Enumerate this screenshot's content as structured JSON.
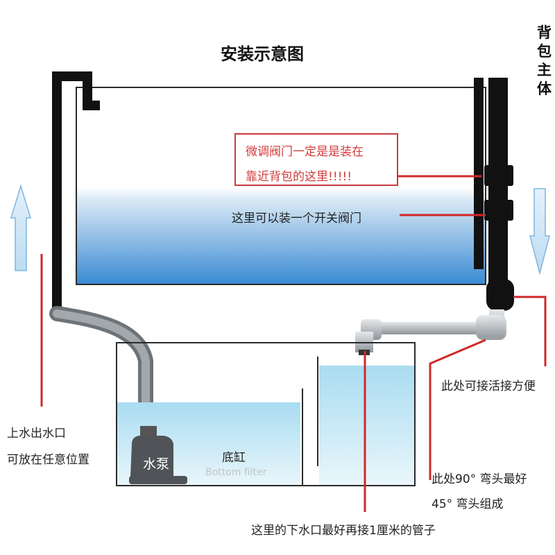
{
  "diagram": {
    "title": "安装示意图",
    "backpack_label": "背包主体",
    "valve_warning_line1": "微调阀门一定是是装在",
    "valve_warning_line2": "靠近背包的这里!!!!!",
    "switch_valve_note": "这里可以装一个开关阀门",
    "inlet_note_line1": "上水出水口",
    "inlet_note_line2": "可放在任意位置",
    "pump_label": "水泵",
    "sump_label": "底缸",
    "sump_label_en": "Bottom filter",
    "union_note": "此处可接活接方便",
    "elbow_note_line1": "此处90°  弯头最好",
    "elbow_note_line2": "45°  弯头组成",
    "drain_note": "这里的下水口最好再接1厘米的管子"
  },
  "colors": {
    "water_light": "#d8ecf8",
    "water_deep": "#3e8fd6",
    "sump_water": "#bfe6f4",
    "pipe_grey": "#8a8f94",
    "pvc_pipe": "#c9cdd0",
    "annotation_red": "#d02828",
    "arrow_blue": "#cfe6f7"
  },
  "icons": [
    "up-arrow-icon",
    "down-arrow-icon"
  ]
}
